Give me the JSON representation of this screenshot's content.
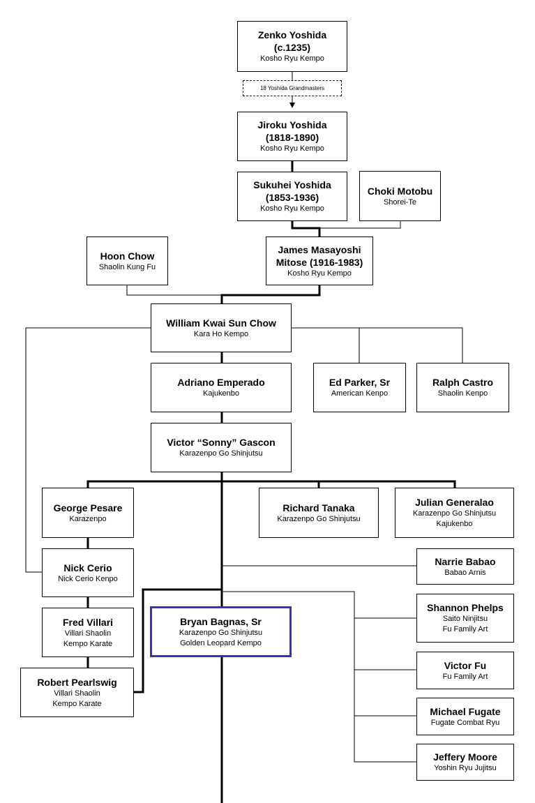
{
  "nodes": {
    "zenko": {
      "name": "Zenko Yoshida",
      "sub1": "(c.1235)",
      "style": "Kosho Ryu Kempo"
    },
    "jiroku": {
      "name": "Jiroku Yoshida",
      "sub1": "(1818-1890)",
      "style": "Kosho Ryu Kempo"
    },
    "sukuhei": {
      "name": "Sukuhei Yoshida",
      "sub1": "(1853-1936)",
      "style": "Kosho Ryu Kempo"
    },
    "choki": {
      "name": "Choki Motobu",
      "style": "Shorei-Te"
    },
    "hoon": {
      "name": "Hoon Chow",
      "style": "Shaolin Kung Fu"
    },
    "mitose": {
      "name": "James Masayoshi",
      "sub1": "Mitose (1916-1983)",
      "style": "Kosho Ryu Kempo"
    },
    "chow": {
      "name": "William Kwai Sun Chow",
      "style": "Kara Ho Kempo"
    },
    "emperado": {
      "name": "Adriano Emperado",
      "style": "Kajukenbo"
    },
    "parker": {
      "name": "Ed Parker, Sr",
      "style": "American Kenpo"
    },
    "castro": {
      "name": "Ralph Castro",
      "style": "Shaolin Kenpo"
    },
    "gascon": {
      "name": "Victor “Sonny” Gascon",
      "style": "Karazenpo Go Shinjutsu"
    },
    "pesare": {
      "name": "George Pesare",
      "style": "Karazenpo"
    },
    "tanaka": {
      "name": "Richard Tanaka",
      "style": "Karazenpo Go Shinjutsu"
    },
    "generalao": {
      "name": "Julian Generalao",
      "style": "Karazenpo Go Shinjutsu",
      "style2": "Kajukenbo"
    },
    "cerio": {
      "name": "Nick Cerio",
      "style": "Nick Cerio Kenpo"
    },
    "babao": {
      "name": "Narrie Babao",
      "style": "Babao Arnis"
    },
    "villari": {
      "name": "Fred Villari",
      "style": "Villari Shaolin",
      "style2": "Kempo Karate"
    },
    "bagnas": {
      "name": "Bryan Bagnas, Sr",
      "style": "Karazenpo Go Shinjutsu",
      "style2": "Golden Leopard Kempo"
    },
    "phelps": {
      "name": "Shannon Phelps",
      "style": "Saito Ninjitsu",
      "style2": "Fu Family Art"
    },
    "fu": {
      "name": "Victor Fu",
      "style": "Fu Family Art"
    },
    "pearlswig": {
      "name": "Robert Pearlswig",
      "style": "Villari Shaolin",
      "style2": "Kempo Karate"
    },
    "fugate": {
      "name": "Michael Fugate",
      "style": "Fugate Combat Ryu"
    },
    "moore": {
      "name": "Jeffery Moore",
      "style": "Yoshin Ryu Jujitsu"
    }
  },
  "gap_label": "18 Yoshida Grandmasters",
  "colors": {
    "line": "#000000",
    "highlight": "#3333bb"
  }
}
